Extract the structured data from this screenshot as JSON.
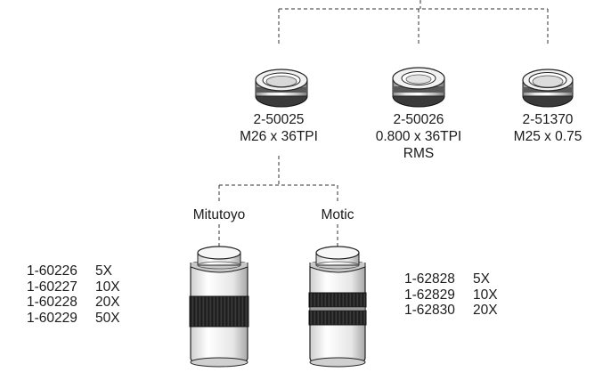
{
  "adapters": [
    {
      "part": "2-50025",
      "thread": "M26 x 36TPI",
      "note": ""
    },
    {
      "part": "2-50026",
      "thread": "0.800 x 36TPI",
      "note": "RMS"
    },
    {
      "part": "2-51370",
      "thread": "M25 x 0.75",
      "note": ""
    }
  ],
  "brands": {
    "left": "Mitutoyo",
    "right": "Motic"
  },
  "mitutoyo_objectives": [
    {
      "part": "1-60226",
      "mag": "5X"
    },
    {
      "part": "1-60227",
      "mag": "10X"
    },
    {
      "part": "1-60228",
      "mag": "20X"
    },
    {
      "part": "1-60229",
      "mag": "50X"
    }
  ],
  "motic_objectives": [
    {
      "part": "1-62828",
      "mag": "5X"
    },
    {
      "part": "1-62829",
      "mag": "10X"
    },
    {
      "part": "1-62830",
      "mag": "20X"
    }
  ]
}
